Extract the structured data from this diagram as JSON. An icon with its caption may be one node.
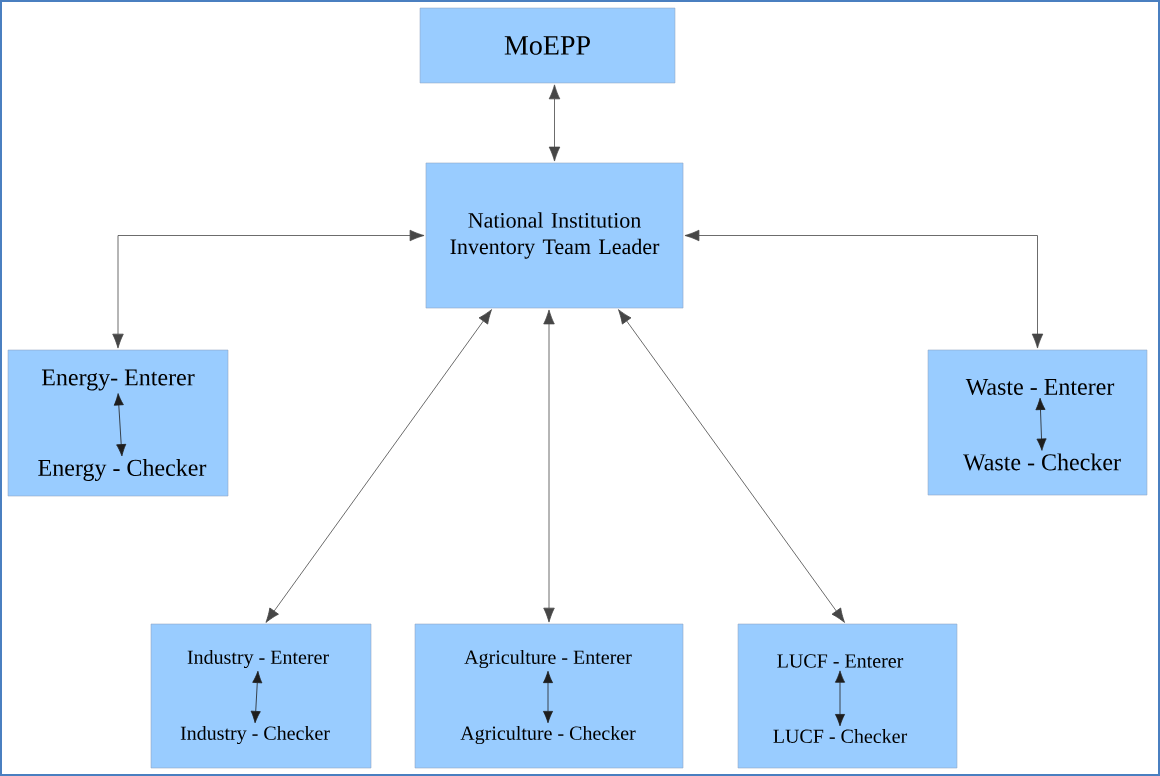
{
  "diagram": {
    "nodes": [
      {
        "text": [
          "MoEPP"
        ]
      },
      {
        "text": [
          "National Institution Inventory Team Leader"
        ]
      },
      {
        "text": [],
        "shape": "box"
      },
      {
        "text": [
          "Energy- Enterer"
        ],
        "in": 2
      },
      {
        "text": [
          "Energy - Checker"
        ],
        "in": 2
      },
      {
        "text": [],
        "shape": "box"
      },
      {
        "text": [
          "Waste - Enterer"
        ],
        "in": 5
      },
      {
        "text": [
          "Waste - Checker"
        ],
        "in": 5
      },
      {
        "text": [],
        "shape": "box"
      },
      {
        "text": [
          "Industry - Enterer"
        ],
        "in": 8
      },
      {
        "text": [
          "Industry - Checker"
        ],
        "in": 8
      },
      {
        "text": [],
        "shape": "box"
      },
      {
        "text": [
          "Agriculture - Enterer"
        ],
        "in": 11
      },
      {
        "text": [
          "Agriculture - Checker"
        ],
        "in": 11
      },
      {
        "text": [],
        "shape": "box"
      },
      {
        "text": [
          "LUCF - Enterer"
        ],
        "in": 14
      },
      {
        "text": [
          "LUCF - Checker"
        ],
        "in": 14
      }
    ],
    "edges": [
      {
        "from": 0,
        "to": 1,
        "arrow": "both"
      },
      {
        "from": 1,
        "to": 2,
        "arrow": "both"
      },
      {
        "from": 1,
        "to": 5,
        "arrow": "both"
      },
      {
        "from": 1,
        "to": 8,
        "arrow": "both"
      },
      {
        "from": 1,
        "to": 11,
        "arrow": "both"
      },
      {
        "from": 1,
        "to": 14,
        "arrow": "both"
      },
      {
        "from": 3,
        "to": 4,
        "arrow": "both"
      },
      {
        "from": 6,
        "to": 7,
        "arrow": "both"
      },
      {
        "from": 9,
        "to": 10,
        "arrow": "both"
      },
      {
        "from": 12,
        "to": 13,
        "arrow": "both"
      },
      {
        "from": 15,
        "to": 16,
        "arrow": "both"
      }
    ]
  }
}
